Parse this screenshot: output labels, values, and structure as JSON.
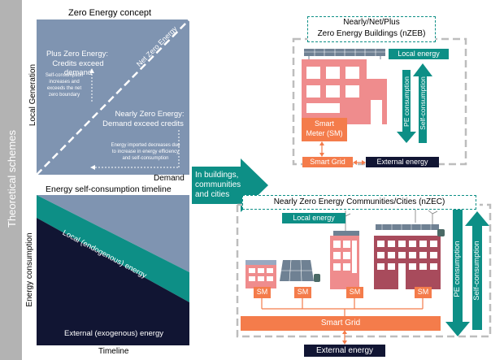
{
  "side_label": "Theoretical schemes",
  "concept": {
    "title": "Zero Energy concept",
    "y_axis": "Local Generation",
    "x_axis": "Demand",
    "diagonal": "Net Zero Energy",
    "plus_title": "Plus Zero Energy:",
    "plus_sub": "Credits exceed demand",
    "self_note": [
      "Self-consumption",
      "increases and",
      "exceeds the net",
      "zero boundary"
    ],
    "nearly_title": "Nearly Zero Energy:",
    "nearly_sub": "Demand exceed credits",
    "import_note": [
      "Energy imported decreases due",
      "to increase in energy efficiency",
      "and self-consumption"
    ]
  },
  "timeline": {
    "title": "Energy self-consumption timeline",
    "y_axis": "Energy consumption",
    "x_axis": "Timeline",
    "local": "Local (endogenous) energy",
    "external": "External (exogenous) energy"
  },
  "arrow_text": [
    "In buildings,",
    "communities",
    "and cities"
  ],
  "nzeb": {
    "title_line1": "Nearly/Net/Plus",
    "title_line2": "Zero Energy Buildings (nZEB)",
    "local_energy": "Local energy",
    "pe_consumption": "PE consumption",
    "self_consumption": "Self-consumption",
    "meter_line1": "Smart",
    "meter_line2": "Meter (SM)",
    "smart_grid": "Smart Grid",
    "external_energy": "External energy"
  },
  "nzec": {
    "title": "Nearly Zero Energy Communities/Cities (nZEC)",
    "local_energy": "Local energy",
    "sm_labels": [
      "SM",
      "SM",
      "SM",
      "SM"
    ],
    "smart_grid": "Smart Grid",
    "external_energy": "External energy",
    "pe_consumption": "PE consumption",
    "self_consumption": "Self-consumption"
  },
  "colors": {
    "panel_blue": "#7f94b1",
    "navy": "#111533",
    "teal": "#0d8f86",
    "orange": "#f47c4b",
    "building_pink": "#ef8c8d",
    "building_maroon": "#a84b5c",
    "side_bar": "#b3b3b3"
  }
}
